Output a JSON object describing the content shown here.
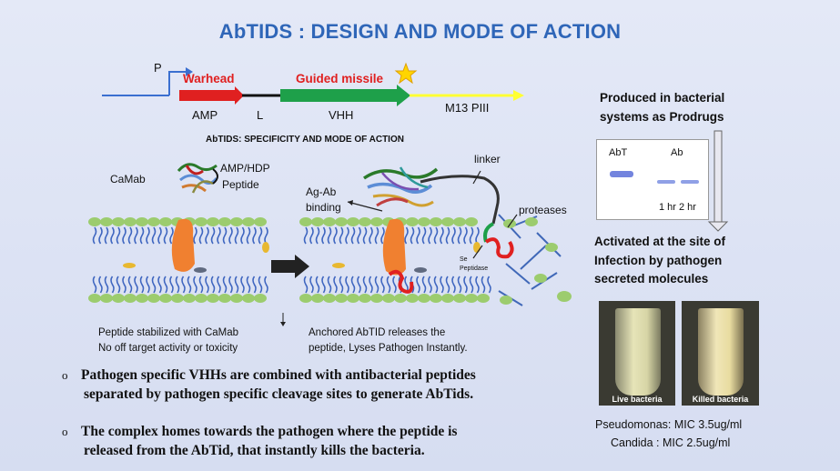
{
  "title": "AbTIDS : DESIGN AND MODE OF ACTION",
  "construct": {
    "promoter": "P",
    "warhead": "Warhead",
    "guided_missile": "Guided missile",
    "amp": "AMP",
    "linker_short": "L",
    "vhh": "VHH",
    "m13": "M13 PIII",
    "colors": {
      "warhead": "#e02020",
      "guided_missile": "#1ea04a",
      "m13": "#ffff33",
      "promoter_line": "#3a6fd0",
      "star": "#ffd500"
    }
  },
  "subtitle": "AbTIDS: SPECIFICITY AND  MODE OF ACTION",
  "left_panel": {
    "camab": "CaMab",
    "amp_hdp_line1": "AMP/HDP",
    "amp_hdp_line2": "Peptide",
    "caption_line1": "Peptide stabilized with CaMab",
    "caption_line2": "No off target activity or toxicity"
  },
  "right_panel": {
    "linker": "linker",
    "ag_ab_line1": "Ag-Ab",
    "ag_ab_line2": "binding",
    "proteases": "proteases",
    "se_peptidase_line1": "Se",
    "se_peptidase_line2": "Peptidase",
    "caption_line1": "Anchored AbTID releases the",
    "caption_line2": "peptide, Lyses Pathogen Instantly."
  },
  "bullets": [
    {
      "mark": "o",
      "line1": "Pathogen specific VHHs are combined with antibacterial peptides",
      "line2": "separated by pathogen specific cleavage sites to generate AbTids."
    },
    {
      "mark": "o",
      "line1": "The complex  homes towards the pathogen where the peptide is",
      "line2": "released  from the AbTid, that instantly kills the bacteria."
    }
  ],
  "side": {
    "produced_line1": "Produced in bacterial",
    "produced_line2": "systems as Prodrugs",
    "gel_lane1": "AbT",
    "gel_lane2": "Ab",
    "gel_time": "1 hr 2 hr",
    "activated_line1": "Activated at the site of",
    "activated_line2": "Infection by pathogen",
    "activated_line3": "secreted molecules",
    "photo1_caption": "Live bacteria",
    "photo2_caption": "Killed bacteria",
    "mic1": "Pseudomonas: MIC 3.5ug/ml",
    "mic2": "Candida : MIC 2.5ug/ml"
  }
}
